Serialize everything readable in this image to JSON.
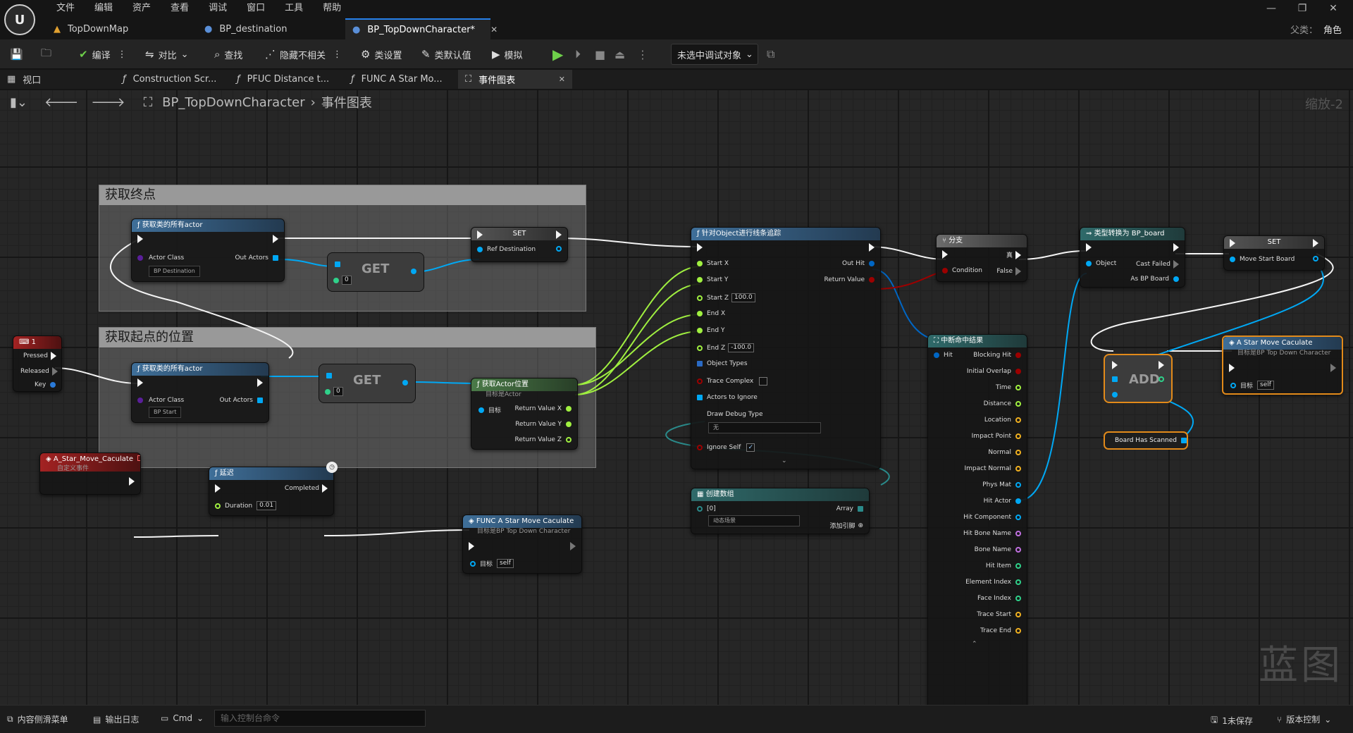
{
  "app": {
    "logo_text": "U",
    "menu": [
      "文件",
      "编辑",
      "资产",
      "查看",
      "调试",
      "窗口",
      "工具",
      "帮助"
    ],
    "window_controls": [
      "—",
      "❐",
      "✕"
    ]
  },
  "doc_tabs": [
    {
      "label": "TopDownMap"
    },
    {
      "label": "BP_destination"
    },
    {
      "label": "BP_TopDownCharacter*"
    }
  ],
  "parent_class": {
    "label": "父类：",
    "value": "角色"
  },
  "toolbar": {
    "compile": "编译",
    "diff": "对比",
    "find": "查找",
    "hide_unrelated": "隐藏不相关",
    "class_settings": "类设置",
    "class_defaults": "类默认值",
    "simulate": "模拟",
    "debug_object": "未选中调试对象"
  },
  "sub_tabs": {
    "viewport": "视口",
    "tabs": [
      "Construction Scr...",
      "PFUC Distance t...",
      "FUNC A Star Mo...",
      "事件图表"
    ]
  },
  "breadcrumb": {
    "root": "BP_TopDownCharacter",
    "current": "事件图表"
  },
  "zoom": "缩放-2",
  "watermark": "蓝图",
  "comments": {
    "end_point": "获取终点",
    "start_point": "获取起点的位置"
  },
  "nodes": {
    "get_all_actors_1": {
      "title": "获取类的所有actor",
      "actor_class": "Actor Class",
      "class_value": "BP Destination",
      "out": "Out Actors"
    },
    "get_all_actors_2": {
      "title": "获取类的所有actor",
      "actor_class": "Actor Class",
      "class_value": "BP Start",
      "out": "Out Actors"
    },
    "get": {
      "label": "GET",
      "index": "0"
    },
    "set_ref": {
      "title": "SET",
      "pin": "Ref Destination"
    },
    "key_event": {
      "title": "1",
      "pressed": "Pressed",
      "released": "Released",
      "key": "Key"
    },
    "get_actor_loc": {
      "title": "获取Actor位置",
      "subtitle": "目标是Actor",
      "target": "目标",
      "rx": "Return Value X",
      "ry": "Return Value Y",
      "rz": "Return Value Z"
    },
    "line_trace": {
      "title": "针对Object进行线条追踪",
      "start_x": "Start X",
      "start_y": "Start Y",
      "start_z": "Start Z",
      "start_z_val": "100.0",
      "end_x": "End X",
      "end_y": "End Y",
      "end_z": "End Z",
      "end_z_val": "-100.0",
      "object_types": "Object Types",
      "trace_complex": "Trace Complex",
      "actors_ignore": "Actors to Ignore",
      "draw_debug": "Draw Debug Type",
      "draw_debug_val": "无",
      "ignore_self": "Ignore Self",
      "out_hit": "Out Hit",
      "return_value": "Return Value"
    },
    "make_array": {
      "title": "创建数组",
      "index": "[0]",
      "value": "动态场景",
      "array": "Array",
      "add_pin": "添加引脚"
    },
    "branch": {
      "title": "分支",
      "condition": "Condition",
      "true": "真",
      "false": "False"
    },
    "cast": {
      "title": "类型转换为 BP_board",
      "object": "Object",
      "cast_failed": "Cast Failed",
      "as_board": "As BP Board"
    },
    "set_board": {
      "title": "SET",
      "pin": "Move Start Board"
    },
    "break_hit": {
      "title": "中断命中结果",
      "hit": "Hit",
      "outputs": [
        "Blocking Hit",
        "Initial Overlap",
        "Time",
        "Distance",
        "Location",
        "Impact Point",
        "Normal",
        "Impact Normal",
        "Phys Mat",
        "Hit Actor",
        "Hit Component",
        "Hit Bone Name",
        "Bone Name",
        "Hit Item",
        "Element Index",
        "Face Index",
        "Trace Start",
        "Trace End"
      ]
    },
    "add": {
      "label": "ADD"
    },
    "board_scanned": {
      "label": "Board Has Scanned"
    },
    "astar_call_1": {
      "title": "A Star Move Caculate",
      "subtitle": "目标是BP Top Down Character",
      "target": "目标",
      "self": "self"
    },
    "custom_event": {
      "title": "A_Star_Move_Caculate",
      "subtitle": "自定义事件"
    },
    "delay": {
      "title": "延迟",
      "completed": "Completed",
      "duration": "Duration",
      "duration_val": "0.01"
    },
    "func_call": {
      "title": "FUNC A Star Move Caculate",
      "subtitle": "目标是BP Top Down Character",
      "target": "目标",
      "self": "self"
    }
  },
  "statusbar": {
    "content_drawer": "内容侧滑菜单",
    "output_log": "输出日志",
    "cmd": "Cmd",
    "cmd_placeholder": "输入控制台命令",
    "unsaved": "1未保存",
    "source_control": "版本控制"
  },
  "colors": {
    "exec": "#f4f4f4",
    "object": "#00a8f4",
    "float": "#a0f040",
    "bool": "#9c0000",
    "struct": "#0066c4",
    "accent": "#2680eb"
  }
}
